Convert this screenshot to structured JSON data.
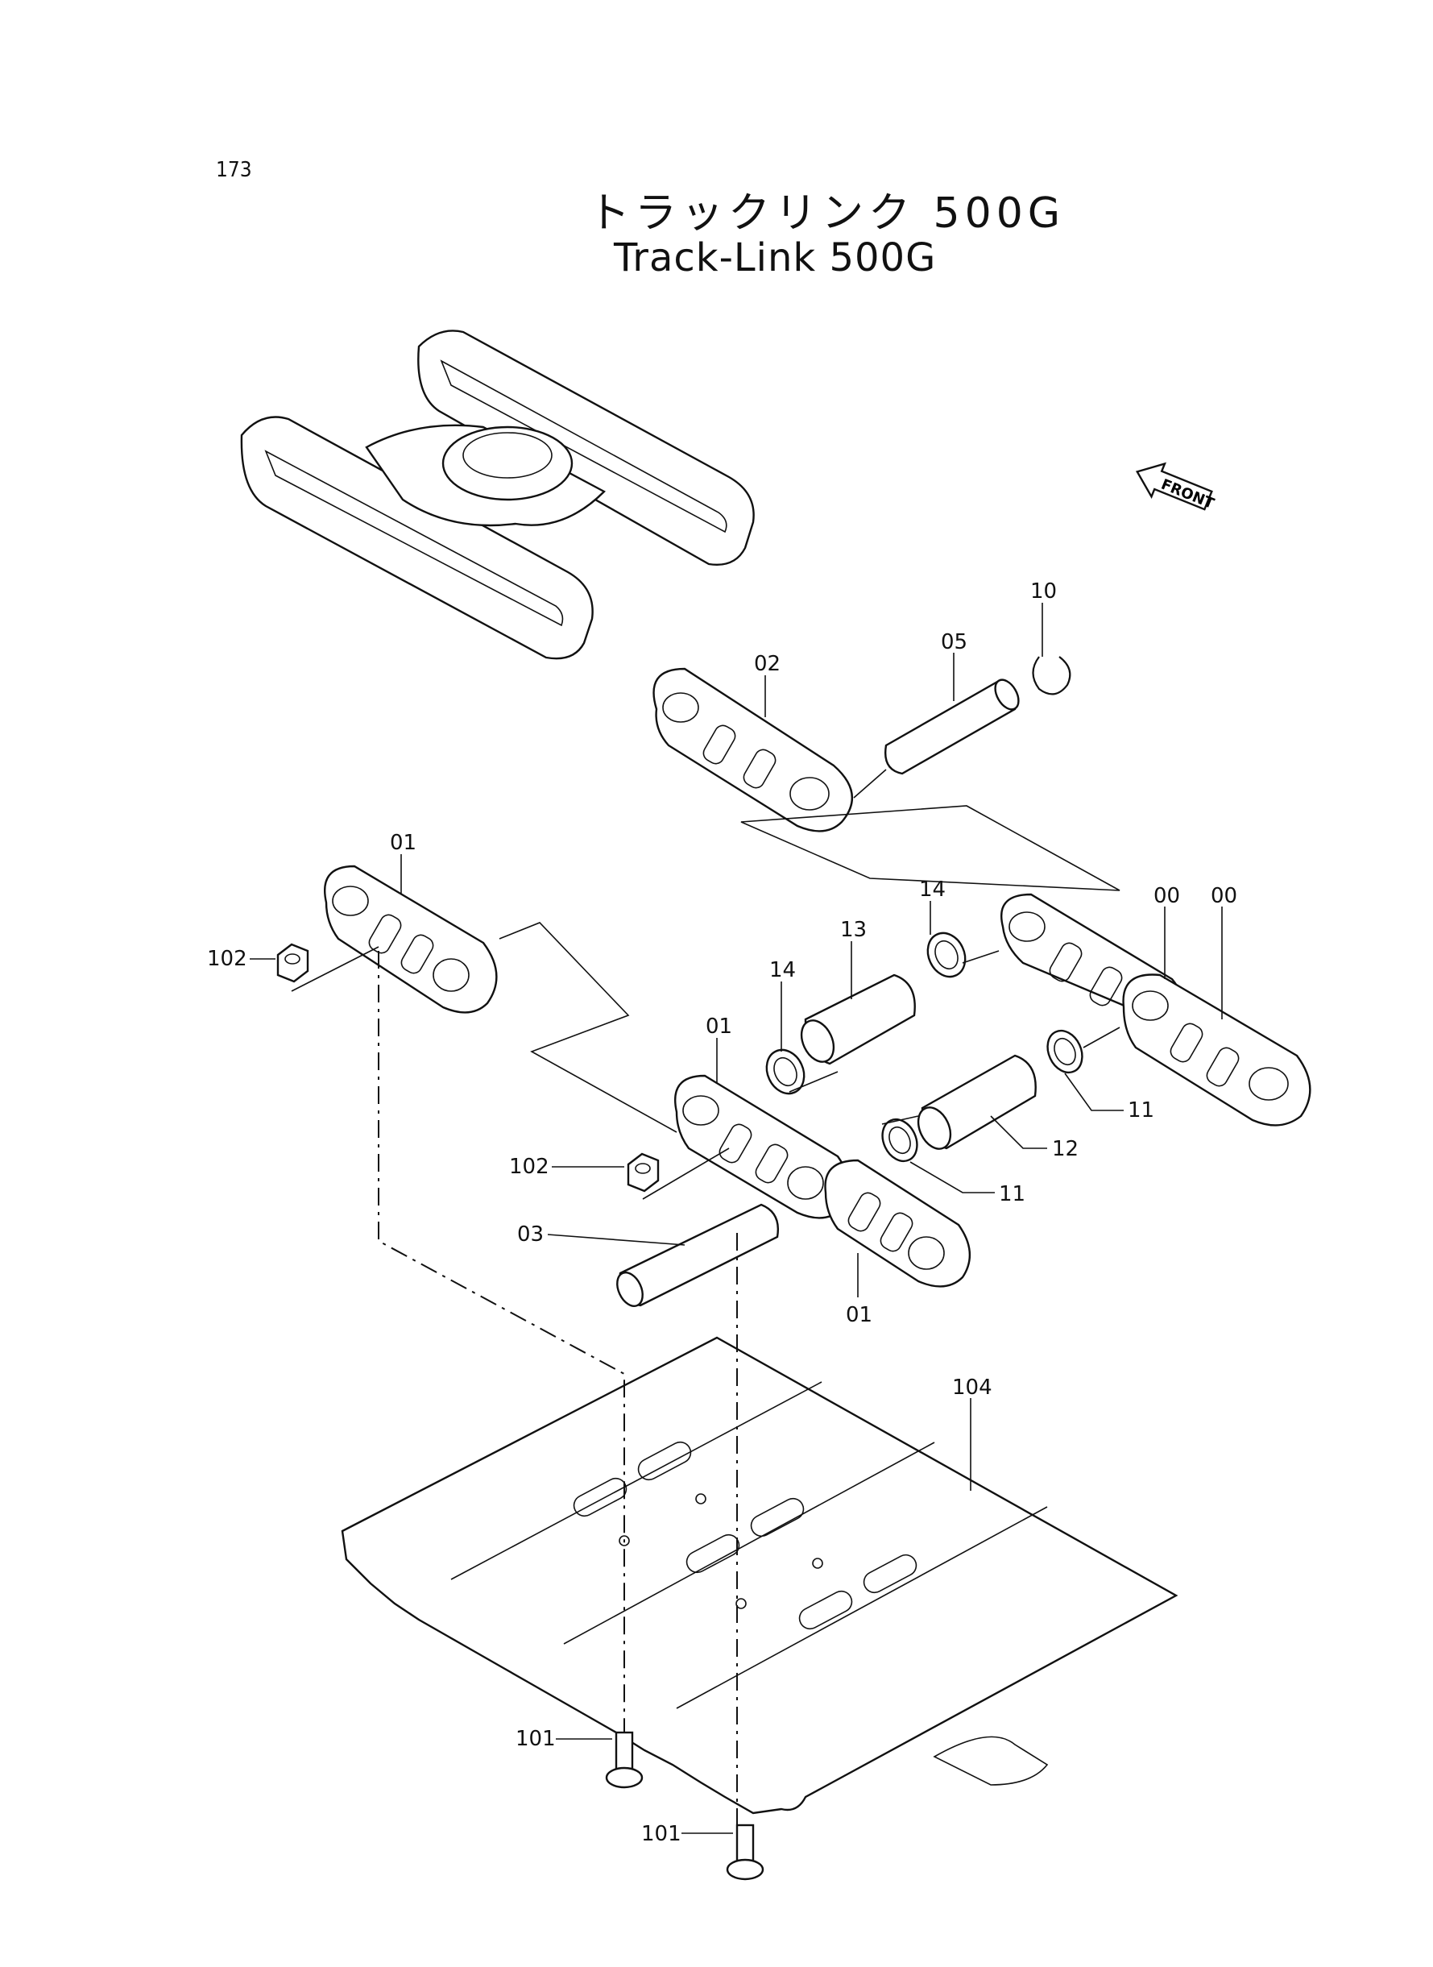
{
  "page": {
    "number": "173"
  },
  "title": {
    "japanese": "トラックリンク 500G",
    "english": "Track-Link 500G"
  },
  "front_marker": {
    "label": "FRONT",
    "icon": "front-arrow-icon"
  },
  "callouts": [
    {
      "id": "c10",
      "label": "10"
    },
    {
      "id": "c05",
      "label": "05"
    },
    {
      "id": "c02",
      "label": "02"
    },
    {
      "id": "c01a",
      "label": "01"
    },
    {
      "id": "c00a",
      "label": "00"
    },
    {
      "id": "c00b",
      "label": "00"
    },
    {
      "id": "c14a",
      "label": "14"
    },
    {
      "id": "c13",
      "label": "13"
    },
    {
      "id": "c102a",
      "label": "102"
    },
    {
      "id": "c14b",
      "label": "14"
    },
    {
      "id": "c01b",
      "label": "01"
    },
    {
      "id": "c11a",
      "label": "11"
    },
    {
      "id": "c12",
      "label": "12"
    },
    {
      "id": "c102b",
      "label": "102"
    },
    {
      "id": "c11b",
      "label": "11"
    },
    {
      "id": "c03",
      "label": "03"
    },
    {
      "id": "c01c",
      "label": "01"
    },
    {
      "id": "c104",
      "label": "104"
    },
    {
      "id": "c101a",
      "label": "101"
    },
    {
      "id": "c101b",
      "label": "101"
    }
  ]
}
